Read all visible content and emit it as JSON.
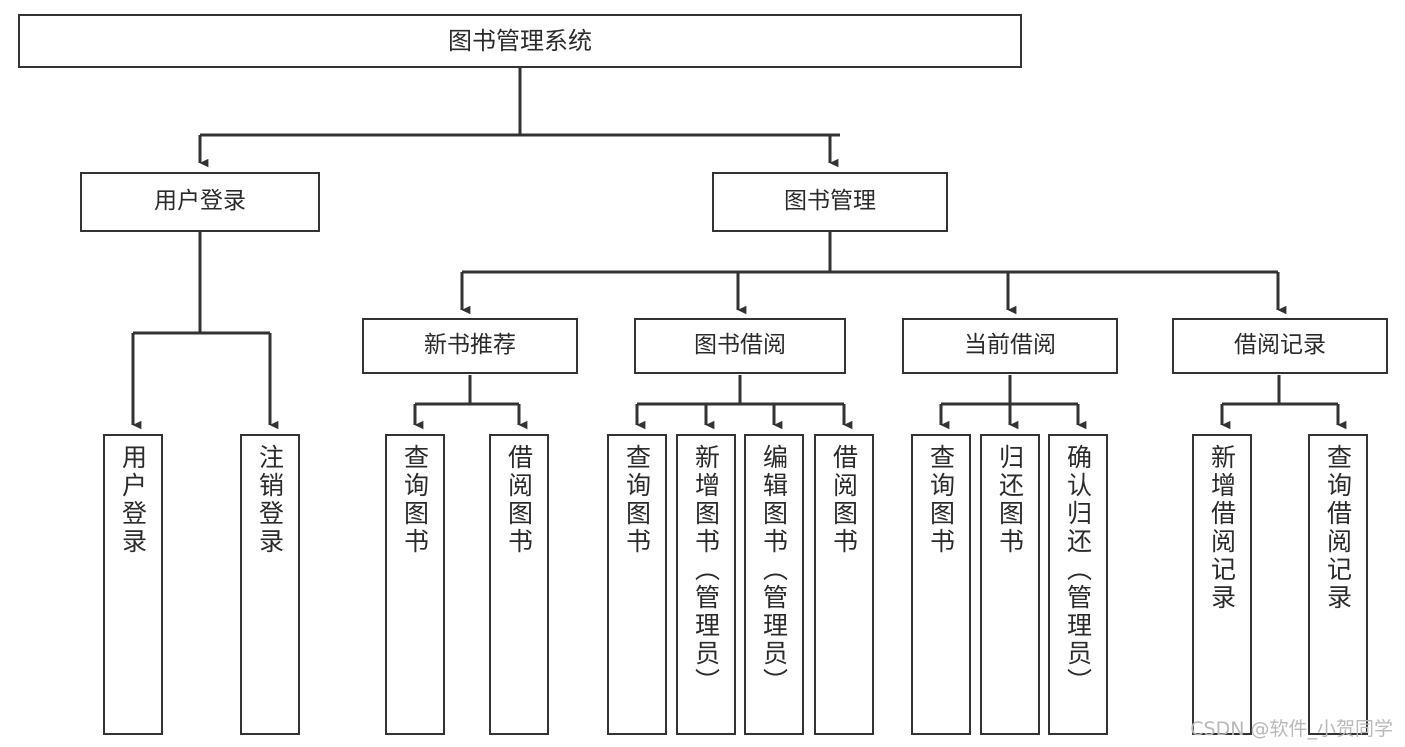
{
  "diagram": {
    "type": "tree-hierarchy",
    "title": "图书管理系统",
    "root": {
      "label": "图书管理系统"
    },
    "level2": [
      {
        "id": "user-login",
        "label": "用户登录"
      },
      {
        "id": "book-management",
        "label": "图书管理"
      }
    ],
    "level3": [
      {
        "id": "new-book-recommend",
        "label": "新书推荐",
        "parent": "book-management"
      },
      {
        "id": "book-borrow",
        "label": "图书借阅",
        "parent": "book-management"
      },
      {
        "id": "current-borrow",
        "label": "当前借阅",
        "parent": "book-management"
      },
      {
        "id": "borrow-record",
        "label": "借阅记录",
        "parent": "book-management"
      }
    ],
    "leaves": {
      "user-login": [
        {
          "id": "leaf-user-login",
          "label": "用户登录"
        },
        {
          "id": "leaf-logout-login",
          "label": "注销登录"
        }
      ],
      "new-book-recommend": [
        {
          "id": "leaf-query-book-1",
          "label": "查询图书"
        },
        {
          "id": "leaf-borrow-book-1",
          "label": "借阅图书"
        }
      ],
      "book-borrow": [
        {
          "id": "leaf-query-book-2",
          "label": "查询图书"
        },
        {
          "id": "leaf-add-book",
          "label": "新增图书（管理员）"
        },
        {
          "id": "leaf-edit-book",
          "label": "编辑图书（管理员）"
        },
        {
          "id": "leaf-borrow-book-2",
          "label": "借阅图书"
        }
      ],
      "current-borrow": [
        {
          "id": "leaf-query-book-3",
          "label": "查询图书"
        },
        {
          "id": "leaf-return-book",
          "label": "归还图书"
        },
        {
          "id": "leaf-confirm-return",
          "label": "确认归还（管理员）"
        }
      ],
      "borrow-record": [
        {
          "id": "leaf-add-record",
          "label": "新增借阅记录"
        },
        {
          "id": "leaf-query-record",
          "label": "查询借阅记录"
        }
      ]
    },
    "colors": {
      "border": "#333333",
      "fill": "#ffffff",
      "text": "#2b2b2b",
      "background": "#ffffff",
      "watermark": "#b9b9b9"
    }
  },
  "watermark": {
    "text": "CSDN @软件_小贺同学"
  }
}
